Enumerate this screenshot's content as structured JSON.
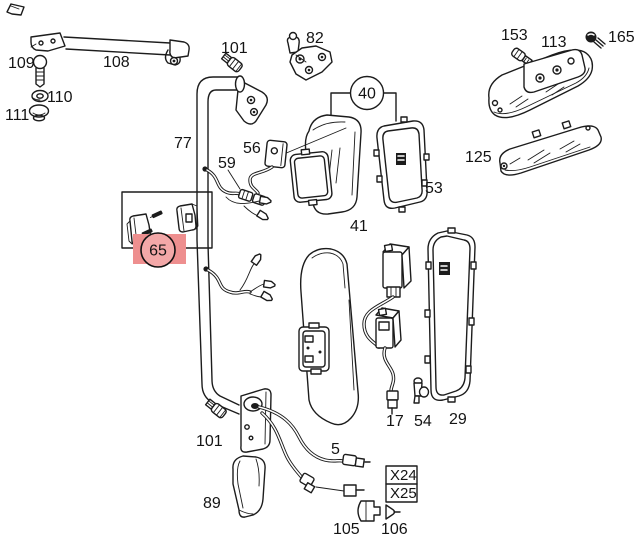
{
  "labels": {
    "n109": "109",
    "n108": "108",
    "n110": "110",
    "n111": "111",
    "n101_top": "101",
    "n82": "82",
    "n153": "153",
    "n113": "113",
    "n165": "165",
    "n125": "125",
    "n77": "77",
    "n59": "59",
    "n56": "56",
    "n53": "53",
    "n41": "41",
    "n17": "17",
    "n54": "54",
    "n29": "29",
    "n101_bottom": "101",
    "n5": "5",
    "n89": "89",
    "n105": "105",
    "n106": "106"
  },
  "balloons": {
    "b40": "40",
    "b65": "65"
  },
  "connector_box": {
    "row1": "X24",
    "row2": "X25"
  },
  "colors": {
    "line": "#1c1c1c",
    "background": "#ffffff",
    "highlight_box": "#ee8f8f",
    "highlight_circle": "#f3a8a8",
    "highlight_text": "#8c1f1f"
  }
}
